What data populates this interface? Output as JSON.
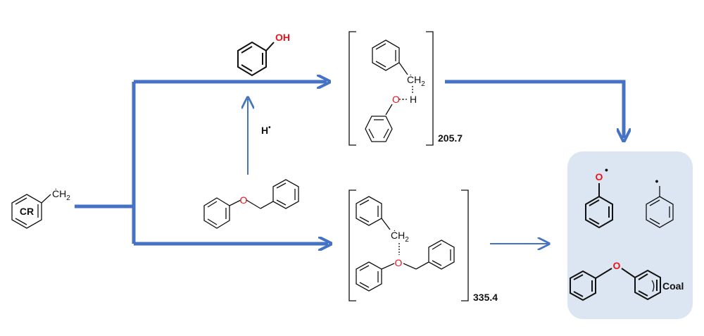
{
  "colors": {
    "arrow": "#4472c4",
    "oxygen": "#e8141c",
    "product_box": "#dce6f2"
  },
  "reactant": {
    "ring_label": "CR",
    "radical_group": "ĊH",
    "radical_subscript": "2"
  },
  "phenol": {
    "oh_label": "OH"
  },
  "hydrogen_radical": {
    "label": "H",
    "dot": "•"
  },
  "ether": {
    "oxygen_label": "O"
  },
  "ts_upper": {
    "ch2_label": "ĊH",
    "ch2_subscript": "2",
    "h_label": "H",
    "o_label": "O",
    "energy": "205.7"
  },
  "ts_lower": {
    "ch2_label": "ĊH",
    "ch2_subscript": "2",
    "o_label": "O",
    "energy": "335.4"
  },
  "products": {
    "phenoxy_label": "O",
    "phenoxy_dot": "•",
    "benzyl_dot": "•",
    "ether_o_label": "O",
    "coal_label": "Coal"
  }
}
